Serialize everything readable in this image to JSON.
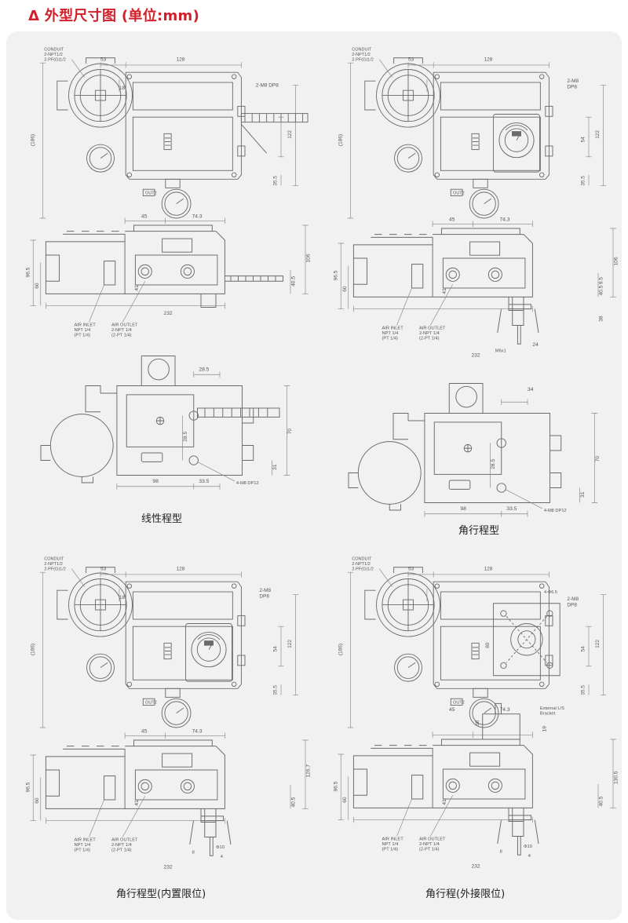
{
  "header": {
    "title": "Δ 外型尺寸图 (单位:mm)"
  },
  "labels": {
    "conduit": [
      "CONDUIT",
      "2-NPT1/2",
      "2-PF(G)1/2"
    ],
    "m8_dp8": "2-M8 DP8",
    "m8": "2-M8",
    "dp8": "DP8",
    "out2": "OUT2",
    "air_inlet": [
      "AIR INLET",
      "NPT 1/4",
      "(PT 1/4)"
    ],
    "air_outlet": [
      "AIR OUTLET",
      "2-NPT 1/4",
      "(2-PT 1/4)"
    ],
    "m8_dp12": "4-M8 DP12",
    "m6": "M6x1",
    "hole4": "4-Φ6.5",
    "phi10": "Φ10",
    "ext_bracket": [
      "External L/S",
      "Bracket"
    ]
  },
  "dims": {
    "d53": "53",
    "d128": "128",
    "d18": "18",
    "d186": "(186)",
    "d54": "54",
    "d122": "122",
    "d355": "35.5",
    "d45": "45",
    "d743": "74.3",
    "d965": "96.5",
    "d60": "60",
    "d41": "41",
    "d106": "106",
    "d405": "40.5",
    "d232": "232",
    "d285": "28.5",
    "d70": "70",
    "d31": "31",
    "d98": "98",
    "d335": "33.5",
    "d34": "34",
    "d95": "9.5",
    "d38": "38",
    "d24": "24",
    "d1267": "126.7",
    "d8": "8",
    "d4": "4",
    "d80": "80",
    "d30": "30",
    "d19": "19",
    "d1305": "130.5",
    "d285b": "(28.5)"
  },
  "captions": {
    "linear": "线性程型",
    "rotary": "角行程型",
    "rotary_internal": "角行程型(内置限位)",
    "rotary_external": "角行程(外接限位)"
  }
}
